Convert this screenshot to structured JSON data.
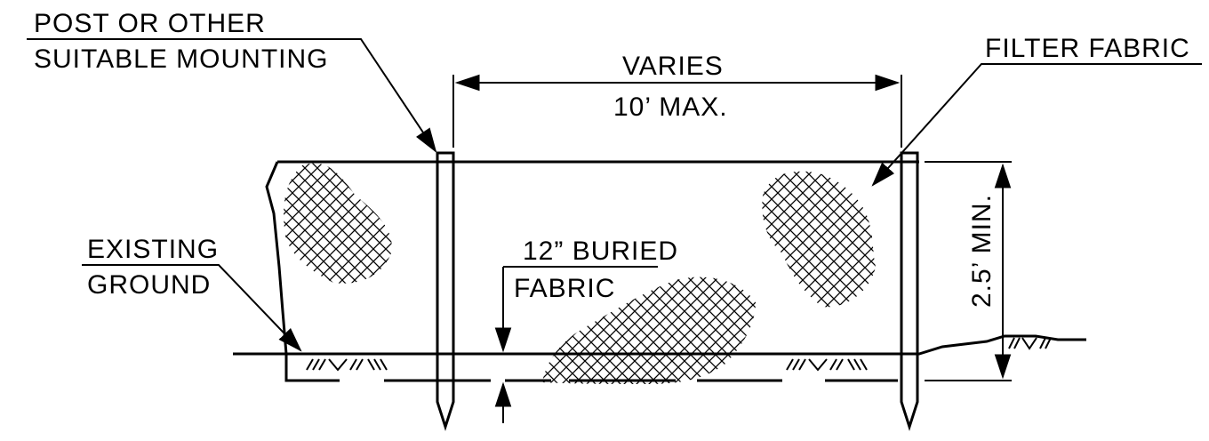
{
  "labels": {
    "post_line1": "POST OR OTHER",
    "post_line2": "SUITABLE MOUNTING",
    "spacing_line1": "VARIES",
    "spacing_line2": "10’ MAX.",
    "filter_fabric": "FILTER FABRIC",
    "existing_line1": "EXISTING",
    "existing_line2": "GROUND",
    "buried_line1": "12” BURIED",
    "buried_line2": "FABRIC",
    "height": "2.5’ MIN."
  },
  "colors": {
    "ink": "#000000",
    "background": "#ffffff"
  }
}
